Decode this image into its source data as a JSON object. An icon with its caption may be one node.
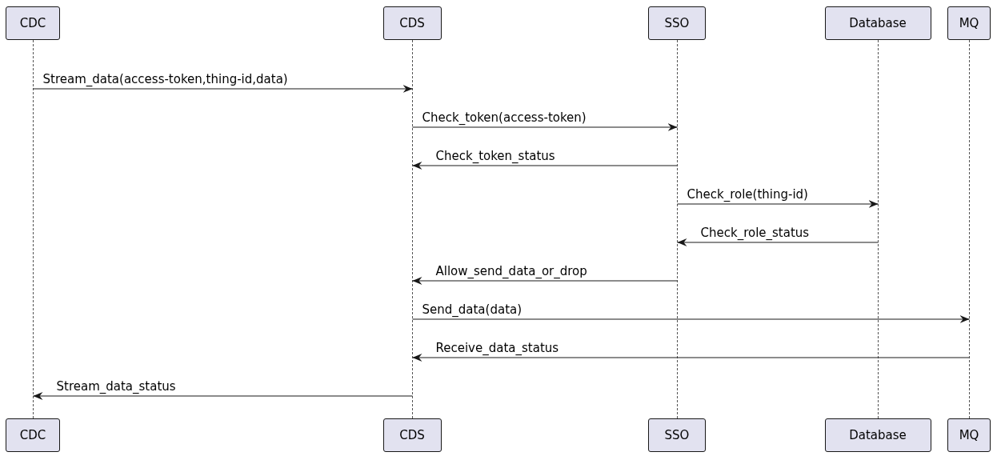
{
  "diagram": {
    "nodes": [
      {
        "text": [
          "CDC"
        ]
      },
      {
        "text": [
          "CDS"
        ]
      },
      {
        "text": [
          "SSO"
        ]
      },
      {
        "text": [
          "Database"
        ]
      },
      {
        "text": [
          "MQ"
        ]
      },
      {
        "text": [],
        "shape": "line"
      },
      {
        "text": [],
        "shape": "line"
      },
      {
        "text": [],
        "shape": "line"
      },
      {
        "text": [],
        "shape": "line"
      },
      {
        "text": [],
        "shape": "line"
      },
      {
        "text": [
          "CDC"
        ]
      },
      {
        "text": [
          "CDS"
        ]
      },
      {
        "text": [
          "SSO"
        ]
      },
      {
        "text": [
          "Database"
        ]
      },
      {
        "text": [
          "MQ"
        ]
      }
    ],
    "edges": [
      {
        "from": 5,
        "to": 6,
        "arrow": "to",
        "label": "Stream_data(access-token,thing-id,data)"
      },
      {
        "from": 6,
        "to": 7,
        "arrow": "to",
        "label": "Check_token(access-token)"
      },
      {
        "from": 7,
        "to": 6,
        "arrow": "to",
        "label": "Check_token_status"
      },
      {
        "from": 7,
        "to": 8,
        "arrow": "to",
        "label": "Check_role(thing-id)"
      },
      {
        "from": 8,
        "to": 7,
        "arrow": "to",
        "label": "Check_role_status"
      },
      {
        "from": 7,
        "to": 6,
        "arrow": "to",
        "label": "Allow_send_data_or_drop"
      },
      {
        "from": 6,
        "to": 9,
        "arrow": "to",
        "label": "Send_data(data)"
      },
      {
        "from": 9,
        "to": 6,
        "arrow": "to",
        "label": "Receive_data_status"
      },
      {
        "from": 6,
        "to": 5,
        "arrow": "to",
        "label": "Stream_data_status"
      }
    ]
  }
}
